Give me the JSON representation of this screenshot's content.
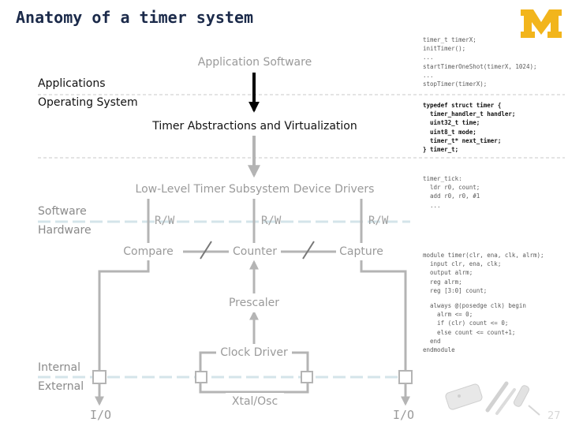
{
  "slide": {
    "title": "Anatomy of a timer system",
    "page_number": "27",
    "logo_letter": "M",
    "colors": {
      "accent_blue": "#1b2a4a",
      "maize": "#f2b51c",
      "layer_line": "#d4e4ea",
      "gray_box": "#a0a0a0"
    }
  },
  "layers": {
    "applications": "Applications",
    "operating_system": "Operating System",
    "software": "Software",
    "hardware": "Hardware",
    "internal": "Internal",
    "external": "External"
  },
  "boxes": {
    "application_software": "Application Software",
    "timer_abstractions": "Timer Abstractions and Virtualization",
    "device_drivers": "Low-Level Timer Subsystem Device Drivers",
    "compare": "Compare",
    "counter": "Counter",
    "capture": "Capture",
    "prescaler": "Prescaler",
    "clock_driver": "Clock Driver",
    "xtal_osc": "Xtal/Osc"
  },
  "rw_labels": {
    "left": "R/W",
    "middle": "R/W",
    "right": "R/W"
  },
  "io_labels": {
    "left": "I/O",
    "right": "I/O"
  },
  "code": {
    "application": "timer_t timerX;\ninitTimer();\n...\nstartTimerOneShot(timerX, 1024);\n...\nstopTimer(timerX);",
    "typedef": "typedef struct timer {\n  timer_handler_t handler;\n  uint32_t time;\n  uint8_t mode;\n  timer_t* next_timer;\n} timer_t;",
    "assembly": "timer_tick:\n  ldr r0, count;\n  add r0, r0, #1\n  ...",
    "verilog_module": "module timer(clr, ena, clk, alrm);\n  input clr, ena, clk;\n  output alrm;\n  reg alrm;\n  reg [3:0] count;",
    "verilog_always": "  always @(posedge clk) begin\n    alrm <= 0;\n    if (clr) count <= 0;\n    else count <= count+1;\n  end\nendmodule"
  },
  "icons": {
    "logo": "university-block-m-logo",
    "arrows": "down-arrow-icon",
    "photo": "hardware-components-photo"
  }
}
